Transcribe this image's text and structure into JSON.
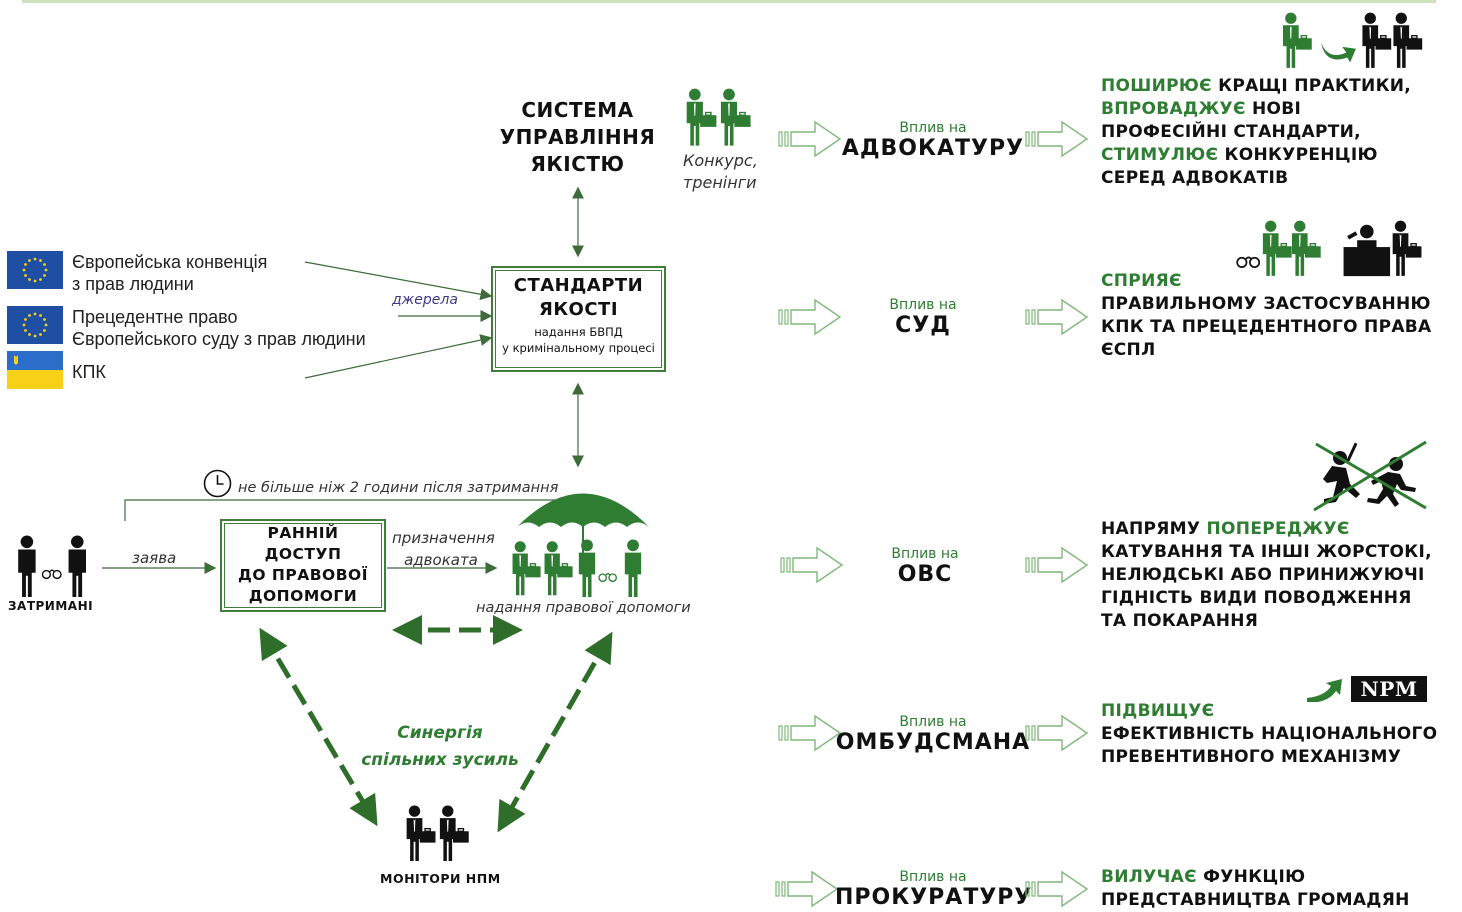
{
  "quality_system": {
    "line1": "СИСТЕМА",
    "line2": "УПРАВЛІННЯ",
    "line3": "ЯКІСТЮ"
  },
  "contest_note": {
    "line1": "Конкурс,",
    "line2": "тренінги"
  },
  "standards_box": {
    "title1": "СТАНДАРТИ",
    "title2": "ЯКОСТІ",
    "sub1": "надання БВПД",
    "sub2": "у кримінальному процесі"
  },
  "sources": {
    "label": "джерела",
    "items": [
      {
        "line1": "Європейська конвенція",
        "line2": "з прав людини"
      },
      {
        "line1": "Прецедентне право",
        "line2": "Європейського суду з прав людини"
      },
      {
        "line1": "КПК",
        "line2": ""
      }
    ]
  },
  "timeline_note": "не більше ніж 2 години після затримання",
  "detained_label": "ЗАТРИМАНІ",
  "statement_label": "заява",
  "early_access_box": {
    "l1": "РАННІЙ",
    "l2": "ДОСТУП",
    "l3": "ДО ПРАВОВОЇ",
    "l4": "ДОПОМОГИ"
  },
  "appointment": {
    "l1": "призначення",
    "l2": "адвоката"
  },
  "legal_aid_label": "надання правової допомоги",
  "synergy": {
    "l1": "Синергія",
    "l2": "спільних зусиль"
  },
  "npm_monitors_label": "МОНІТОРИ НПМ",
  "npm_logo": "NPM",
  "influences": [
    {
      "small": "Вплив на",
      "big": "АДВОКАТУРУ"
    },
    {
      "small": "Вплив на",
      "big": "СУД"
    },
    {
      "small": "Вплив на",
      "big": "ОВС"
    },
    {
      "small": "Вплив на",
      "big": "ОМБУДСМАНА"
    },
    {
      "small": "Вплив на",
      "big": "ПРОКУРАТУРУ"
    }
  ],
  "results": {
    "advocacy": {
      "g1": "ПОШИРЮЄ",
      "t1": " КРАЩІ ПРАКТИКИ,",
      "g2": "ВПРОВАДЖУЄ",
      "t2": " НОВІ",
      "t3": "ПРОФЕСІЙНІ СТАНДАРТИ,",
      "g4": "СТИМУЛЮЄ",
      "t4": " КОНКУРЕНЦІЮ",
      "t5": "СЕРЕД АДВОКАТІВ"
    },
    "court": {
      "g1": "СПРИЯЄ",
      "t2": "ПРАВИЛЬНОМУ ЗАСТОСУВАННЮ",
      "t3": "КПК ТА ПРЕЦЕДЕНТНОГО ПРАВА",
      "t4": "ЄСПЛ"
    },
    "police": {
      "t1": "НАПРЯМУ ",
      "g1": "ПОПЕРЕДЖУЄ",
      "t2": "КАТУВАННЯ ТА ІНШІ ЖОРСТОКІ,",
      "t3": "НЕЛЮДСЬКІ АБО ПРИНИЖУЮЧІ",
      "t4": "ГІДНІСТЬ ВИДИ ПОВОДЖЕННЯ",
      "t5": "ТА ПОКАРАННЯ"
    },
    "ombudsman": {
      "g1": "ПІДВИЩУЄ",
      "t2": "ЕФЕКТИВНІСТЬ НАЦІОНАЛЬНОГО",
      "t3": "ПРЕВЕНТИВНОГО МЕХАНІЗМУ"
    },
    "prosecution": {
      "g1": "ВИЛУЧАЄ",
      "t1": " ФУНКЦІЮ",
      "t2": "ПРЕДСТАВНИЦТВА ГРОМАДЯН"
    }
  },
  "colors": {
    "green": "#2e7d32",
    "box_border": "#3e7d3a",
    "dark": "#111111",
    "eu_blue": "#1f4fa3",
    "ua_yellow": "#f7d117",
    "ua_blue": "#2a6ec9"
  }
}
